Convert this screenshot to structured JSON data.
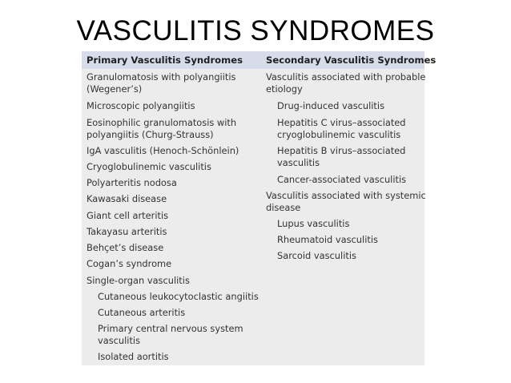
{
  "slide": {
    "title": "VASCULITIS SYNDROMES"
  },
  "table": {
    "header_left": "Primary Vasculitis Syndromes",
    "header_right": "Secondary Vasculitis Syndromes",
    "primary": [
      {
        "lines": [
          "Granulomatosis with polyangiitis",
          "(Wegener’s)"
        ]
      },
      {
        "lines": [
          "Microscopic polyangiitis"
        ]
      },
      {
        "lines": [
          "Eosinophilic granulomatosis with",
          "polyangiitis (Churg-Strauss)"
        ]
      },
      {
        "lines": [
          "IgA vasculitis (Henoch-Schönlein)"
        ]
      },
      {
        "lines": [
          "Cryoglobulinemic vasculitis"
        ]
      },
      {
        "lines": [
          "Polyarteritis nodosa"
        ]
      },
      {
        "lines": [
          "Kawasaki disease"
        ]
      },
      {
        "lines": [
          "Giant cell arteritis"
        ]
      },
      {
        "lines": [
          "Takayasu arteritis"
        ]
      },
      {
        "lines": [
          "Behçet’s disease"
        ]
      },
      {
        "lines": [
          "Cogan’s syndrome"
        ]
      },
      {
        "lines": [
          "Single-organ vasculitis"
        ]
      },
      {
        "lines": [
          "Cutaneous leukocytoclastic angiitis"
        ]
      },
      {
        "lines": [
          "Cutaneous arteritis"
        ]
      },
      {
        "lines": [
          "Primary central nervous system",
          "vasculitis"
        ]
      },
      {
        "lines": [
          "Isolated aortitis"
        ]
      }
    ],
    "secondary": [
      {
        "lines": [
          "Vasculitis associated with probable",
          "etiology"
        ]
      },
      {
        "lines": [
          "Drug-induced vasculitis"
        ]
      },
      {
        "lines": [
          "Hepatitis C virus–associated",
          "cryoglobulinemic vasculitis"
        ]
      },
      {
        "lines": [
          "Hepatitis B virus–associated",
          "vasculitis"
        ]
      },
      {
        "lines": [
          "Cancer-associated vasculitis"
        ]
      },
      {
        "lines": [
          "Vasculitis associated with systemic",
          "disease"
        ]
      },
      {
        "lines": [
          "Lupus vasculitis"
        ]
      },
      {
        "lines": [
          "Rheumatoid vasculitis"
        ]
      },
      {
        "lines": [
          "Sarcoid vasculitis"
        ]
      }
    ]
  }
}
